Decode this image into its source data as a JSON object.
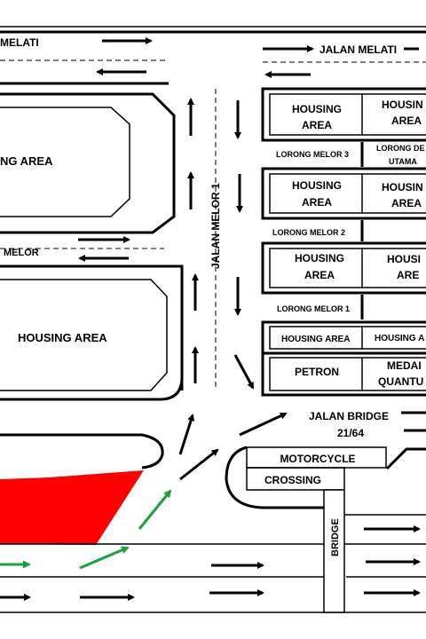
{
  "roads": {
    "melati_left": "MELATI",
    "melati_right": "JALAN MELATI",
    "melor": "MELOR",
    "melor_1_road": "JALAN MELOR 1",
    "lorong_melor_3": "LORONG MELOR 3",
    "lorong_melor_2": "LORONG MELOR 2",
    "lorong_melor_1": "LORONG MELOR 1",
    "lorong_de_line1": "LORONG DE",
    "lorong_de_line2": "UTAMA",
    "bridge_road_line1": "JALAN BRIDGE",
    "bridge_road_line2": "21/64",
    "bridge": "BRIDGE"
  },
  "blocks": {
    "left_top": "NG AREA",
    "left_mid": "HOUSING AREA",
    "r1a_l1": "HOUSING",
    "r1a_l2": "AREA",
    "r1b_l1": "HOUSIN",
    "r1b_l2": "AREA",
    "r2a_l1": "HOUSING",
    "r2a_l2": "AREA",
    "r2b_l1": "HOUSIN",
    "r2b_l2": "AREA",
    "r3a_l1": "HOUSING",
    "r3a_l2": "AREA",
    "r3b_l1": "HOUSI",
    "r3b_l2": "ARE",
    "r4a": "HOUSING  AREA",
    "r4b": "HOUSING  A",
    "petron": "PETRON",
    "medan_l1": "MEDAI",
    "medan_l2": "QUANTU",
    "moto": "MOTORCYCLE",
    "crossing": "CROSSING"
  },
  "colors": {
    "highlight_zone": "#ff0000",
    "green_arrows": "#1aa33a",
    "ink": "#000000"
  },
  "icons": {
    "traffic_arrow": "arrow-icon",
    "green_route_arrow": "green-arrow-icon"
  }
}
